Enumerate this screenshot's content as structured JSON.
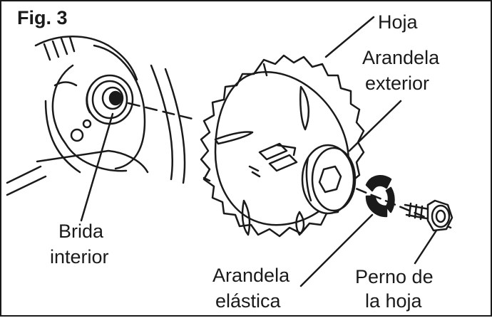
{
  "figure": {
    "title": "Fig. 3"
  },
  "labels": {
    "blade": "Hoja",
    "outer_washer_line1": "Arandela",
    "outer_washer_line2": "exterior",
    "inner_flange_line1": "Brida",
    "inner_flange_line2": "interior",
    "spring_washer_line1": "Arandela",
    "spring_washer_line2": "elástica",
    "blade_bolt_line1": "Perno de",
    "blade_bolt_line2": "la hoja"
  },
  "colors": {
    "ink": "#1a1a1a",
    "paper": "#ffffff"
  }
}
